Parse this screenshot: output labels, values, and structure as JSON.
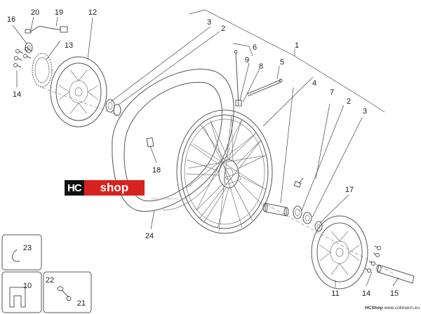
{
  "logo": {
    "hc": "HC",
    "shop": "shop"
  },
  "watermark": "www.collmann.eu",
  "footer": {
    "brand": "HCShop",
    "site": "www.collmann.eu"
  },
  "callouts": {
    "c1": "1",
    "c2a": "2",
    "c3a": "3",
    "c2b": "2",
    "c3b": "3",
    "c4": "4",
    "c5": "5",
    "c6": "6",
    "c7": "7",
    "c8": "8",
    "c9": "9",
    "c10": "10",
    "c11": "11",
    "c12": "12",
    "c13": "13",
    "c14a": "14",
    "c14b": "14",
    "c15": "15",
    "c16": "16",
    "c17": "17",
    "c18": "18",
    "c19": "19",
    "c20": "20",
    "c21": "21",
    "c22": "22",
    "c23": "23",
    "c24": "24"
  }
}
